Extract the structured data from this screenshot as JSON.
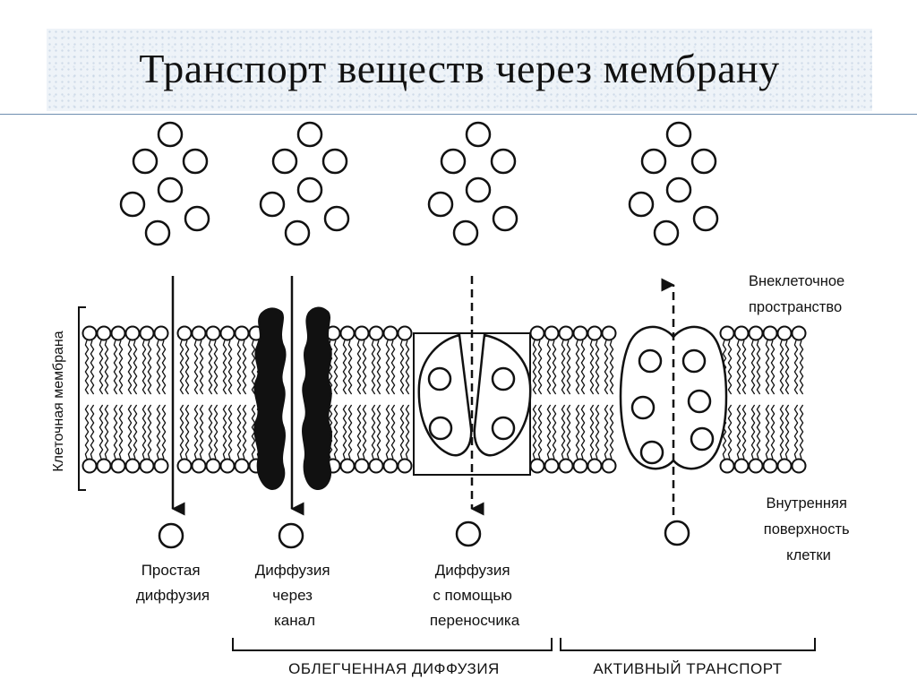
{
  "slide": {
    "title": "Транспорт веществ через мембрану",
    "colors": {
      "title_band": "#eef3f8",
      "rule": "#6f8fb0",
      "ink": "#111111",
      "channel_protein": "#111111"
    }
  },
  "diagram": {
    "membrane_label": "Клеточная мембрана",
    "outside_label": [
      "Внеклеточное",
      "пространство"
    ],
    "inside_label": [
      "Внутренняя",
      "поверхность",
      "клетки"
    ],
    "mechanisms": [
      {
        "caption": [
          "Простая",
          "диффузия"
        ]
      },
      {
        "caption": [
          "Диффузия",
          "через",
          "канал"
        ]
      },
      {
        "caption": [
          "Диффузия",
          "с помощью",
          "переносчика"
        ]
      }
    ],
    "groups": {
      "facilitated": "ОБЛЕГЧЕННАЯ ДИФФУЗИЯ",
      "active": "АКТИВНЫЙ ТРАНСПОРТ"
    }
  }
}
